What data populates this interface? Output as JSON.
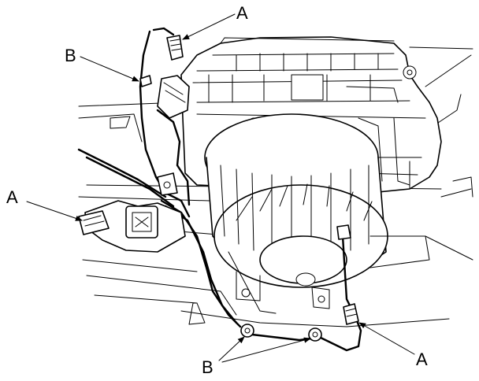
{
  "labels": {
    "a_top": "A",
    "b_left": "B",
    "a_left": "A",
    "b_bottom": "B",
    "a_bottom_right": "A"
  }
}
